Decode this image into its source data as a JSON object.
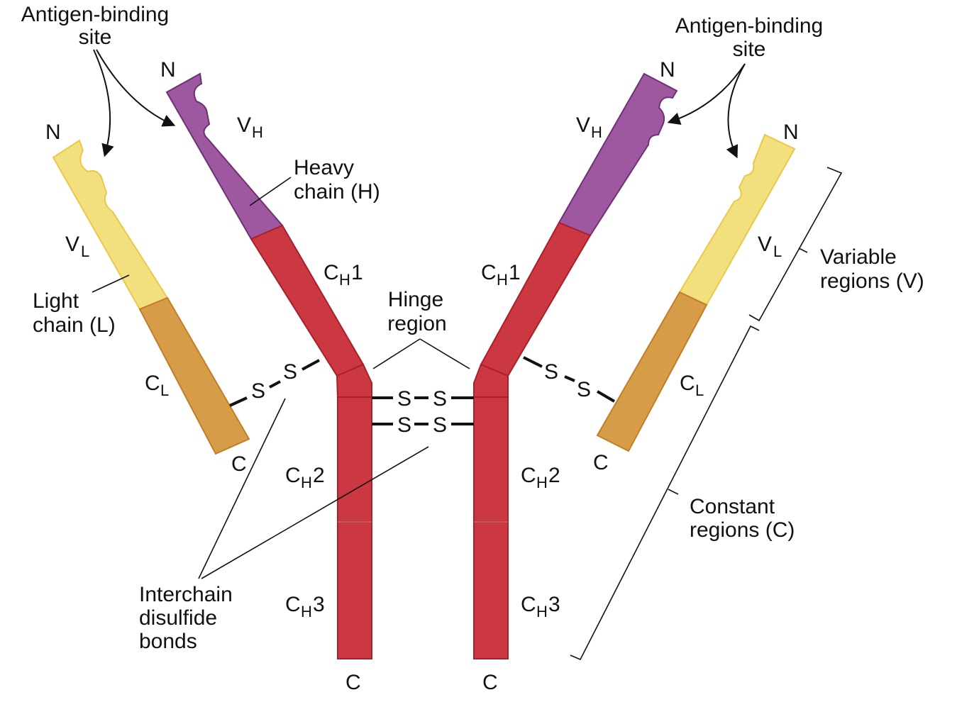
{
  "colors": {
    "heavy_variable": "#9e58a0",
    "heavy_variable_edge": "#6f3173",
    "heavy_constant": "#cc3842",
    "heavy_constant_edge": "#a91f2a",
    "light_variable": "#f2e07e",
    "light_variable_edge": "#e8c94a",
    "light_constant": "#d79c47",
    "light_constant_edge": "#c07e27"
  },
  "labels": {
    "antigen_binding_site_left": [
      "Antigen-binding",
      "site"
    ],
    "antigen_binding_site_right": [
      "Antigen-binding",
      "site"
    ],
    "n_terminus": "N",
    "c_terminus": "C",
    "v": "V",
    "c": "C",
    "h_sub": "H",
    "l_sub": "L",
    "domain_1": "1",
    "domain_2": "2",
    "domain_3": "3",
    "heavy_chain": [
      "Heavy",
      "chain (H)"
    ],
    "light_chain": [
      "Light",
      "chain (L)"
    ],
    "hinge_region": [
      "Hinge",
      "region"
    ],
    "disulfide_s": "S",
    "interchain_disulfide_bonds": [
      "Interchain",
      "disulfide",
      "bonds"
    ],
    "variable_regions": [
      "Variable",
      "regions (V)"
    ],
    "constant_regions": [
      "Constant",
      "regions (C)"
    ]
  },
  "icons": {
    "arrow": "curved-arrow-icon"
  }
}
